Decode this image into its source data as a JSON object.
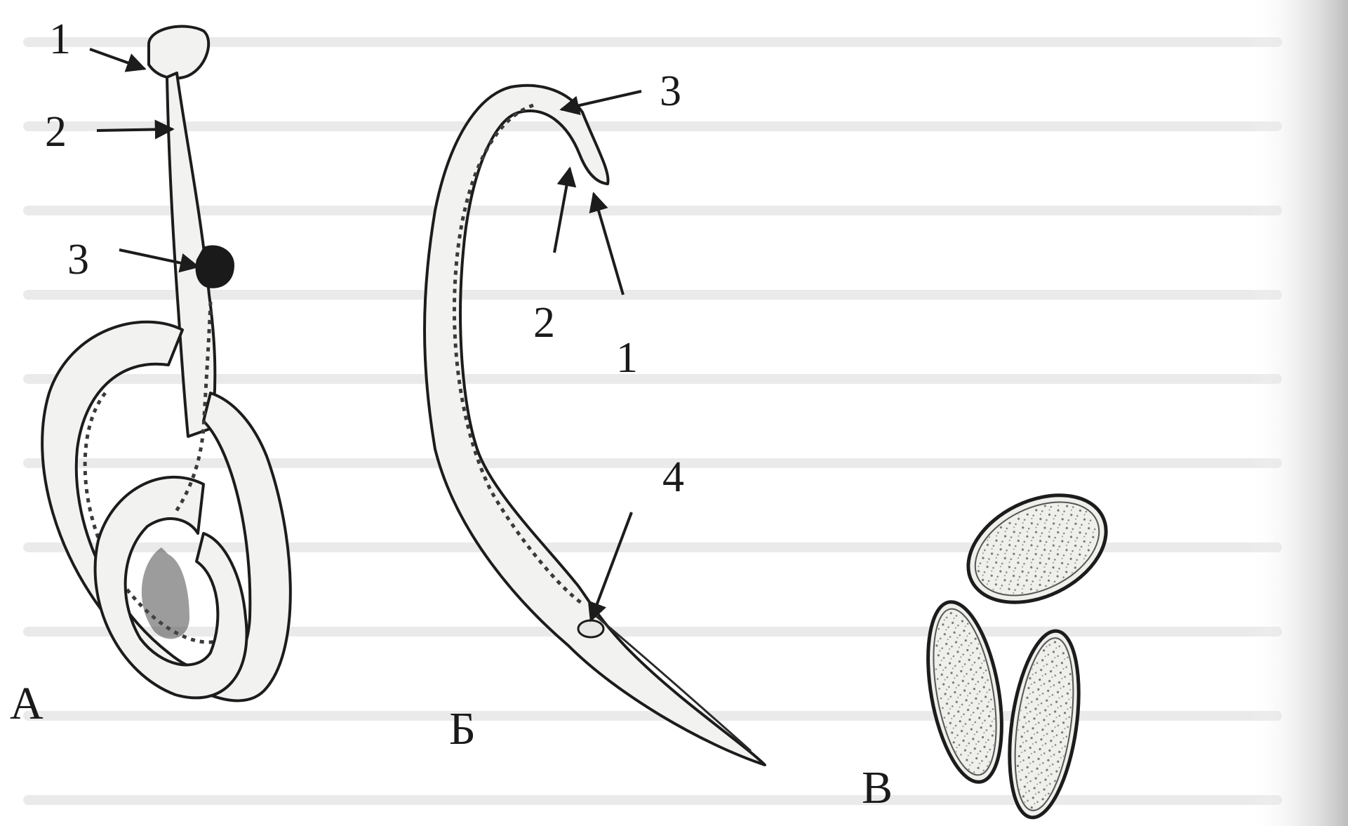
{
  "figure": {
    "panels": [
      {
        "id": "A",
        "letter": "А",
        "callouts": [
          "1",
          "2",
          "3"
        ]
      },
      {
        "id": "B",
        "letter": "Б",
        "callouts": [
          "3",
          "2",
          "1",
          "4"
        ]
      },
      {
        "id": "C",
        "letter": "В",
        "callouts": []
      }
    ],
    "colors": {
      "ink": "#1c1c1c",
      "paper": "#f2f2f0",
      "shadow_edge": "#d9d9d9"
    }
  }
}
